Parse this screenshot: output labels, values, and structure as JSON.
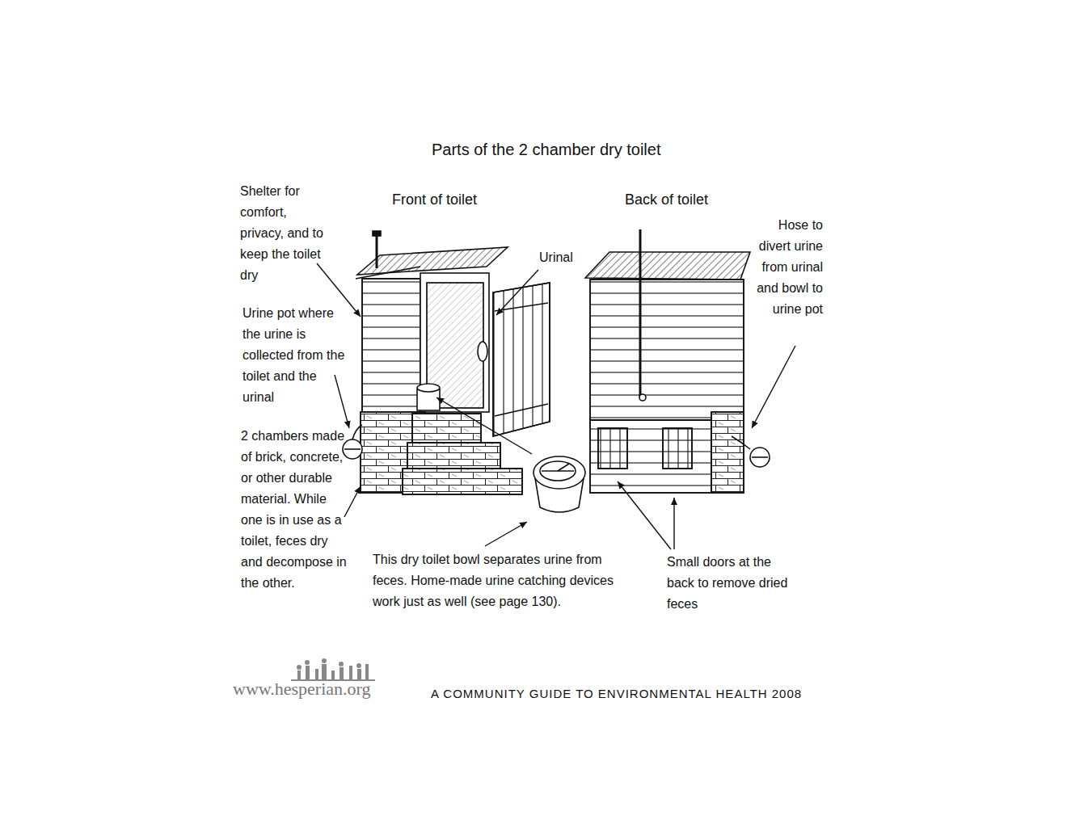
{
  "diagram": {
    "title": "Parts of the 2 chamber dry toilet",
    "labels": [
      "Front of toilet",
      "Back of toilet",
      "Shelter for comfort, privacy, and to keep the toilet dry",
      "Urine pot where the urine is collected from the toilet and the urinal",
      "2 chambers made of brick, concrete, or other durable material. While one is in use as a toilet, feces dry and decompose in the other.",
      "Urinal",
      "This dry toilet bowl separates urine from feces. Home-made urine catching devices work just as well (see page 130).",
      "Hose to divert urine from urinal and bowl to urine pot",
      "Small doors at the back to remove dried feces",
      "www.hesperian.org",
      "A COMMUNITY GUIDE TO ENVIRONMENTAL HEALTH 2008"
    ]
  }
}
